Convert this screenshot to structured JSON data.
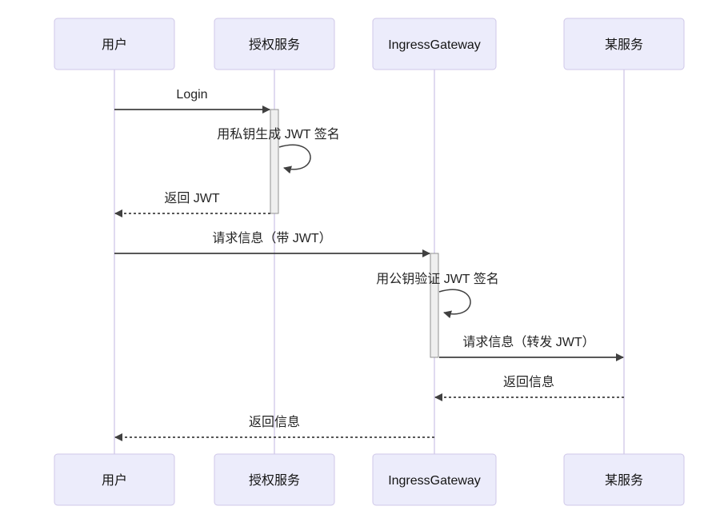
{
  "diagram": {
    "kind": "sequence-diagram",
    "background_color": "#ffffff",
    "actors": [
      {
        "id": "user",
        "name": "用户"
      },
      {
        "id": "auth-service",
        "name": "授权服务"
      },
      {
        "id": "ingress-gateway",
        "name": "IngressGateway"
      },
      {
        "id": "some-service",
        "name": "某服务"
      }
    ],
    "messages": [
      {
        "from": "用户",
        "to": "授权服务",
        "label": "Login",
        "line": "solid-arrow"
      },
      {
        "from": "授权服务",
        "to": "授权服务",
        "label": "用私钥生成 JWT 签名",
        "line": "self-loop"
      },
      {
        "from": "授权服务",
        "to": "用户",
        "label": "返回 JWT",
        "line": "dotted-arrow"
      },
      {
        "from": "用户",
        "to": "IngressGateway",
        "label": "请求信息（带 JWT）",
        "line": "solid-arrow"
      },
      {
        "from": "IngressGateway",
        "to": "IngressGateway",
        "label": "用公钥验证 JWT 签名",
        "line": "self-loop"
      },
      {
        "from": "IngressGateway",
        "to": "某服务",
        "label": "请求信息（转发 JWT）",
        "line": "solid-arrow"
      },
      {
        "from": "某服务",
        "to": "IngressGateway",
        "label": "返回信息",
        "line": "dotted-arrow"
      },
      {
        "from": "IngressGateway",
        "to": "用户",
        "label": "返回信息",
        "line": "dotted-arrow"
      }
    ],
    "colors": {
      "actor_fill": "#ececfb",
      "actor_border": "#cfc7e8",
      "lifeline": "#d5cdec",
      "activation_fill": "#efefef",
      "activation_border": "#919191",
      "arrow": "#404040",
      "text": "#242424"
    }
  }
}
